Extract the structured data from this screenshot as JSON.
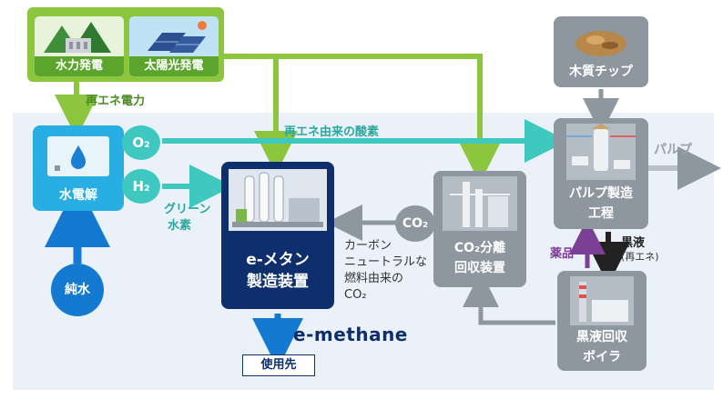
{
  "title": "",
  "renewables": {
    "hydro_label": "水力発電",
    "solar_label": "太陽光発電",
    "power_label": "再エネ電力"
  },
  "electrolysis": {
    "label": "水電解",
    "o2": "O₂",
    "h2": "H₂",
    "pure_water": "純水"
  },
  "flows": {
    "oxygen_label": "再エネ由来の酸素",
    "green_h2_line1": "グリーン",
    "green_h2_line2": "水素",
    "co2_badge": "CO₂",
    "carbon_line1": "カーボン",
    "carbon_line2": "ニュートラルな",
    "carbon_line3": "燃料由来の",
    "carbon_line4": "CO₂",
    "pulp_out": "パルプ",
    "black_liquor": "黒液",
    "black_liquor_sub": "(再エネ)",
    "chemicals": "薬品"
  },
  "emethane": {
    "line1": "e-メタン",
    "line2": "製造装置",
    "logo": "e-methane",
    "use": "使用先"
  },
  "co2_capture": {
    "line1": "CO₂分離",
    "line2": "回収装置"
  },
  "wood_chips": {
    "label": "木質チップ"
  },
  "pulp_process": {
    "line1": "パルプ製造",
    "line2": "工程"
  },
  "boiler": {
    "line1": "黒液回収",
    "line2": "ボイラ"
  },
  "colors": {
    "green": "#8cc63f",
    "teal": "#3fc8c0",
    "blue": "#1479d1",
    "navy": "#0e2f6b",
    "gray": "#8e979f",
    "purple": "#7b3f96"
  }
}
